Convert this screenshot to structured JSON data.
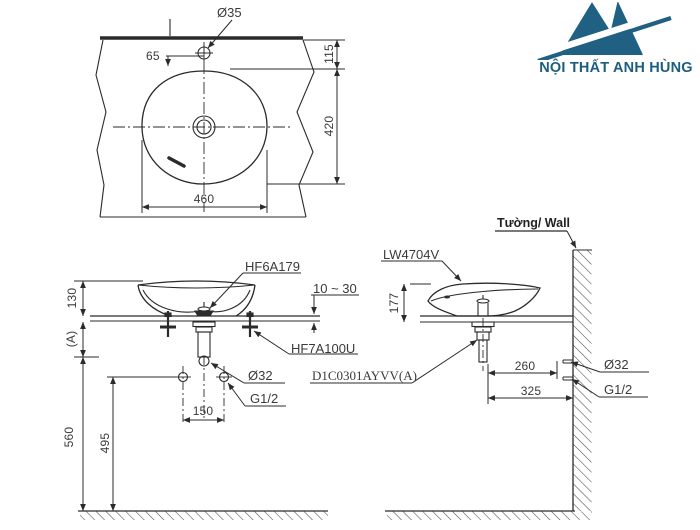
{
  "logo": {
    "company": "NỘI THẤT ANH HÙNG",
    "color": "#206083"
  },
  "top_view": {
    "hole_dia": "Ø35",
    "hole_offset": "65",
    "edge_to_rim": "115",
    "basin_depth": "420",
    "basin_width": "460"
  },
  "front_view": {
    "drain_part": "HF6A179",
    "counter_thickness": "10 ~ 30",
    "rim_height": "130",
    "dim_a": "(A)",
    "fixing_part": "HF7A100U",
    "drain_dia": "Ø32",
    "supply_thread": "G1/2",
    "hole_spacing": "150",
    "drain_height": "560",
    "supply_height": "495"
  },
  "side_view": {
    "wall_label": "Tường/ Wall",
    "basin_model": "LW4704V",
    "basin_height": "177",
    "set_code": "D1C0301AYVV(A)",
    "dim_260": "260",
    "dim_325": "325",
    "drain_dia": "Ø32",
    "supply_thread": "G1/2"
  }
}
